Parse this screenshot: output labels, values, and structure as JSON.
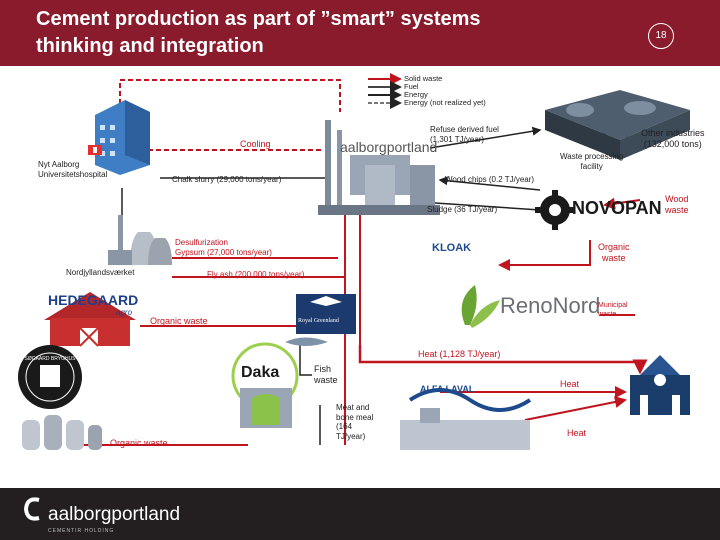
{
  "header": {
    "title": "Cement production as part of ”smart” systems\nthinking and integration",
    "page_number": "18"
  },
  "legend": [
    {
      "label": "Solid waste",
      "color": "#c0141f"
    },
    {
      "label": "Fuel",
      "color": "#444444"
    },
    {
      "label": "Energy",
      "color": "#222222"
    },
    {
      "label": "Energy (not realized yet)",
      "color": "#777777"
    }
  ],
  "nodes": {
    "hospital": "Nyt Aalborg\nUniversitetshospital",
    "nordjyllands": "Nordjyllandsværket",
    "hedegaard": "HEDEGAARD",
    "hedegaard_sub": "agro",
    "aalborgportland": "aalborgportland",
    "novopan": "NOVOPAN",
    "kloak": "KLOAK",
    "renonord": "RenoNord",
    "royal_greenland": "Royal Greenland",
    "daka": "Daka",
    "alfa": "ALFA LAVAL",
    "sogaard": "SØGAARD BRYGHUS",
    "other_industries": "Other industries\n(132,000 tons)"
  },
  "flows": {
    "cooling": "Cooling",
    "chalk": "Chalk slurry (29,000 tons/year)",
    "rdf": "Refuse derived fuel\n(1,301 TJ/year)",
    "waste_facility": "Waste processing\nfacility",
    "wood_chips": "Wood chips (0.2 TJ/year)",
    "wood_waste": "Wood\nwaste",
    "sludge": "Sludge (36 TJ/year)",
    "desulf": "Desulfurization\nGypsum (27,000 tons/year)",
    "organic_waste_kloak": "Organic\nwaste",
    "fly_ash": "Fly ash (200,000 tons/year)",
    "municipal": "Municipal\nwaste",
    "organic_waste_hedegaard": "Organic waste",
    "heat_main": "Heat (1,128 TJ/year)",
    "fish_waste": "Fish\nwaste",
    "heat_daka": "Heat",
    "meat_bone": "Meat and\nbone meal\n(164\nTJ/year)",
    "heat_alfa": "Heat",
    "organic_waste_sogaard": "Organic waste"
  },
  "footer": {
    "brand": "aalborgportland",
    "sub": "CEMENTIR HOLDING"
  }
}
